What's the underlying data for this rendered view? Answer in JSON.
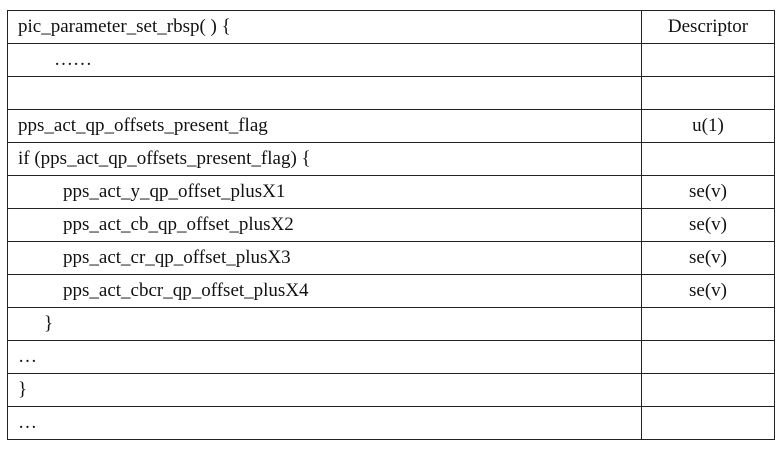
{
  "rows": [
    {
      "syntax": "pic_parameter_set_rbsp( ) {",
      "descriptor": "Descriptor",
      "indent": 0
    },
    {
      "syntax": "……",
      "descriptor": "",
      "indent": 1
    },
    {
      "syntax": "",
      "descriptor": "",
      "indent": 0
    },
    {
      "syntax": "pps_act_qp_offsets_present_flag",
      "descriptor": "u(1)",
      "indent": 0
    },
    {
      "syntax": "if (pps_act_qp_offsets_present_flag) {",
      "descriptor": "",
      "indent": 0
    },
    {
      "syntax": "pps_act_y_qp_offset_plusX1",
      "descriptor": "se(v)",
      "indent": 2
    },
    {
      "syntax": "pps_act_cb_qp_offset_plusX2",
      "descriptor": "se(v)",
      "indent": 2
    },
    {
      "syntax": "pps_act_cr_qp_offset_plusX3",
      "descriptor": "se(v)",
      "indent": 2
    },
    {
      "syntax": "pps_act_cbcr_qp_offset_plusX4",
      "descriptor": "se(v)",
      "indent": 2
    },
    {
      "syntax": "}",
      "descriptor": "",
      "indent": 3
    },
    {
      "syntax": "…",
      "descriptor": "",
      "indent": 0
    },
    {
      "syntax": "}",
      "descriptor": "",
      "indent": 0
    },
    {
      "syntax": "…",
      "descriptor": "",
      "indent": 0
    }
  ]
}
